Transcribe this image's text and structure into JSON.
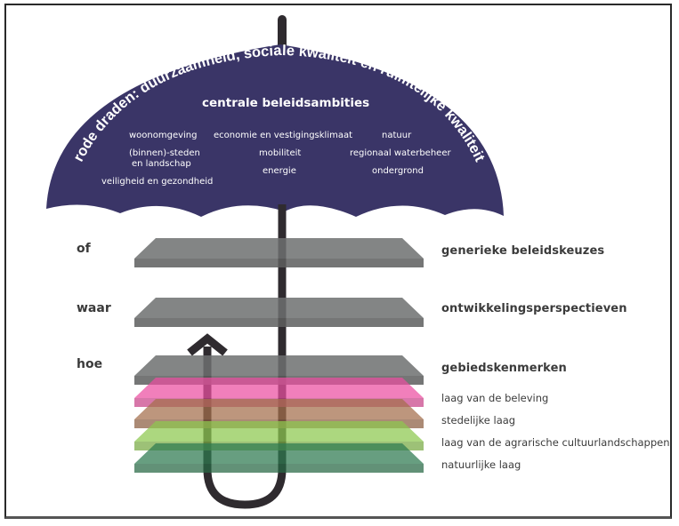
{
  "umbrella": {
    "arc_title": "rode draden: duurzaamheid, sociale kwaliteit en ruimtelijke kwaliteit",
    "heading": "centrale beleidsambities",
    "items": [
      {
        "text": "woonomgeving"
      },
      {
        "text": "economie en vestigingsklimaat"
      },
      {
        "text": "natuur"
      },
      {
        "text": "(binnen)-steden"
      },
      {
        "text": "en landschap"
      },
      {
        "text": "mobiliteit"
      },
      {
        "text": "regionaal waterbeheer"
      },
      {
        "text": "energie"
      },
      {
        "text": "ondergrond"
      },
      {
        "text": "veiligheid en gezondheid"
      }
    ],
    "canopy_color": "#3a3567"
  },
  "questions": {
    "of": "of",
    "waar": "waar",
    "hoe": "hoe"
  },
  "levels": {
    "generic": "generieke beleidskeuzes",
    "perspectives": "ontwikkelingsperspectieven",
    "area": "gebiedskenmerken"
  },
  "layers": [
    {
      "label": "laag van de beleving",
      "color": "#ec4fa1"
    },
    {
      "label": "stedelijke laag",
      "color": "#a56f4c"
    },
    {
      "label": "laag van de agrarische cultuurlandschappen",
      "color": "#8dc84f"
    },
    {
      "label": "natuurlijke laag",
      "color": "#2e7a50"
    }
  ],
  "plate_color": "#6e7070",
  "handle_color": "#2f2b2f"
}
